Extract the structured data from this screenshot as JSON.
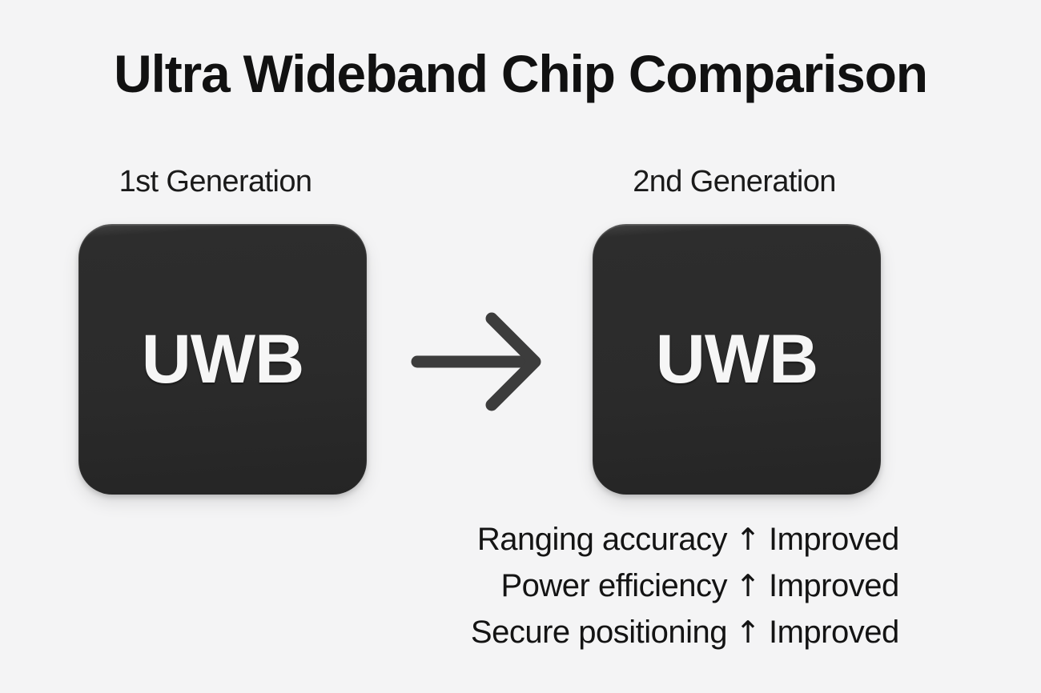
{
  "title": "Ultra Wideband Chip Comparison",
  "background_color": "#f4f4f5",
  "chips": [
    {
      "generation_label": "1st Generation",
      "chip_label": "UWB",
      "chip_color": "#2b2b2b",
      "chip_text_color": "#f6f6f6"
    },
    {
      "generation_label": "2nd Generation",
      "chip_label": "UWB",
      "chip_color": "#2b2b2b",
      "chip_text_color": "#f6f6f6"
    }
  ],
  "arrow": {
    "icon": "arrow-right-icon",
    "color": "#3c3c3c",
    "direction": "right"
  },
  "features": [
    {
      "name": "Ranging accuracy",
      "trend_icon": "arrow-up-icon",
      "trend": "↑",
      "value": "Improved"
    },
    {
      "name": "Power efficiency",
      "trend_icon": "arrow-up-icon",
      "trend": "↑",
      "value": "Improved"
    },
    {
      "name": "Secure positioning",
      "trend_icon": "arrow-up-icon",
      "trend": "↑",
      "value": "Improved"
    }
  ]
}
